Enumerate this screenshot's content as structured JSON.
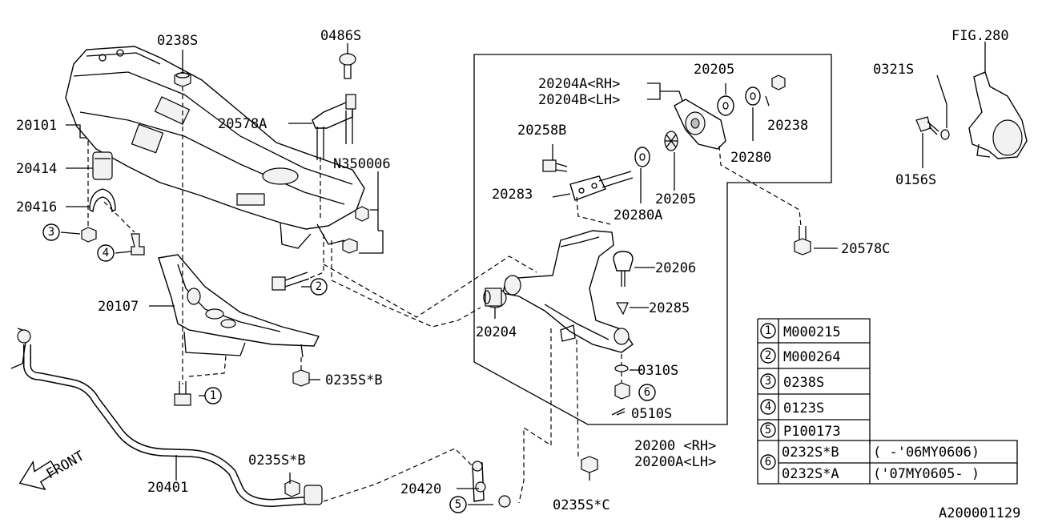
{
  "labels": {
    "p0238S_top": "0238S",
    "p0486S": "0486S",
    "p20578A": "20578A",
    "pN350006": "N350006",
    "p20101": "20101",
    "p20414": "20414",
    "p20416": "20416",
    "p20107": "20107",
    "p0235SB_sub": "0235S*B",
    "p20401": "20401",
    "p0235SB_bar": "0235S*B",
    "p20420": "20420",
    "p0235SC": "0235S*C",
    "p20204A": "20204A<RH>",
    "p20204B": "20204B<LH>",
    "p20205_top": "20205",
    "p20238": "20238",
    "p20280": "20280",
    "p20258B": "20258B",
    "p20283": "20283",
    "p20280A": "20280A",
    "p20205_mid": "20205",
    "p20206": "20206",
    "p20285": "20285",
    "p20204": "20204",
    "p0310S": "0310S",
    "p0510S": "0510S",
    "p20200": "20200  <RH>",
    "p20200A": "20200A<LH>",
    "p20578C": "20578C",
    "pFIG280": "FIG.280",
    "p0321S": "0321S",
    "p0156S": "0156S",
    "front": "FRONT",
    "diagram_id": "A200001129"
  },
  "callouts": {
    "c1": "1",
    "c2": "2",
    "c3": "3",
    "c4": "4",
    "c5": "5",
    "c6": "6"
  },
  "legend": {
    "rows": [
      {
        "num": "1",
        "part": "M000215",
        "note": ""
      },
      {
        "num": "2",
        "part": "M000264",
        "note": ""
      },
      {
        "num": "3",
        "part": "0238S",
        "note": ""
      },
      {
        "num": "4",
        "part": "0123S",
        "note": ""
      },
      {
        "num": "5",
        "part": "P100173",
        "note": ""
      },
      {
        "num": "6",
        "part": "0232S*B",
        "note": "(  -'06MY0606)"
      },
      {
        "num": "",
        "part": "0232S*A",
        "note": "('07MY0605-  )"
      }
    ]
  }
}
